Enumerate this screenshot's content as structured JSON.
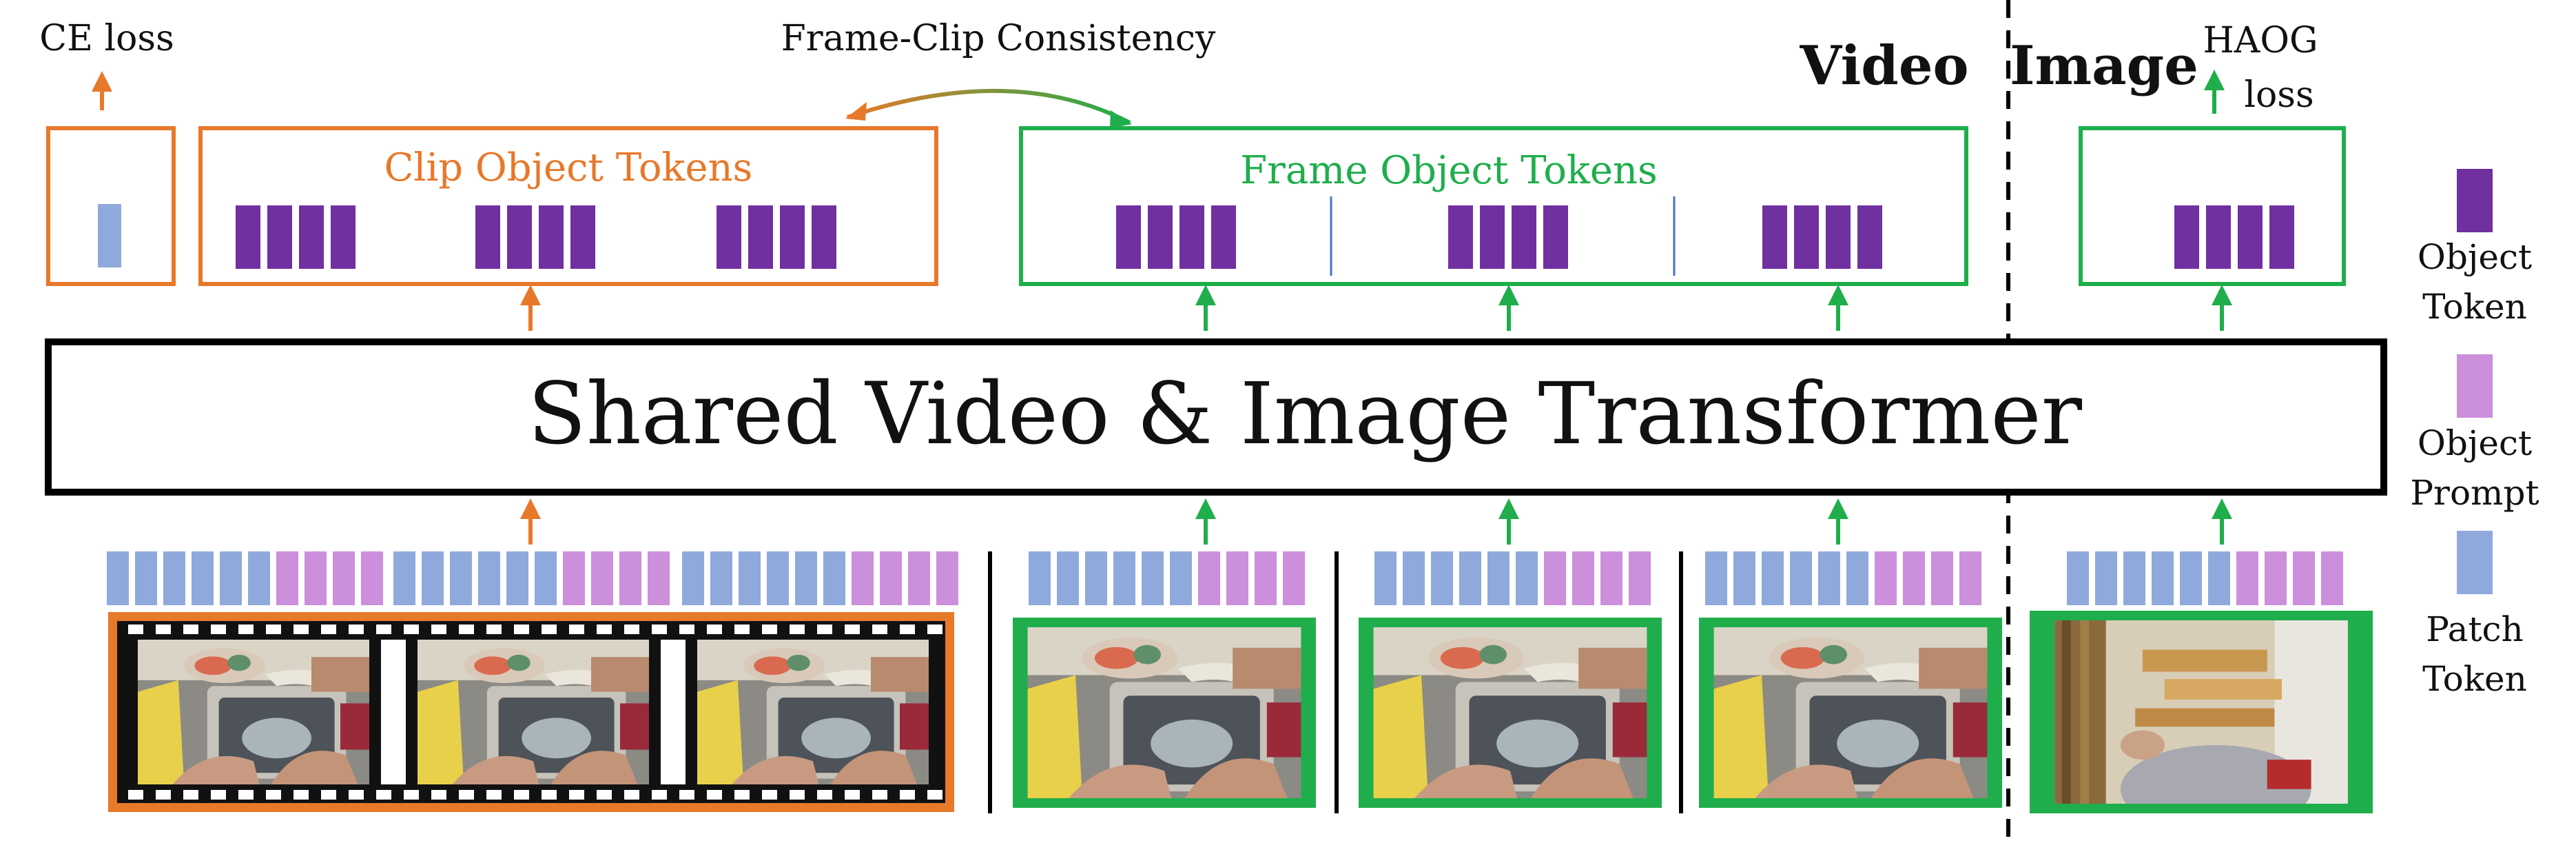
{
  "labels": {
    "ce_loss": "CE loss",
    "consistency": "Frame-Clip Consistency",
    "video": "Video",
    "image": "Image",
    "haog_line1": "HAOG",
    "haog_line2": "loss",
    "clip_tokens": "Clip Object Tokens",
    "frame_tokens": "Frame Object Tokens",
    "transformer": "Shared Video & Image Transformer"
  },
  "legend": [
    {
      "line1": "Object",
      "line2": "Token",
      "color": "#7030a0"
    },
    {
      "line1": "Object",
      "line2": "Prompt",
      "color": "#cc8fdc"
    },
    {
      "line1": "Patch",
      "line2": "Token",
      "color": "#8fa9dc"
    }
  ],
  "colors": {
    "clip": "#e8782a",
    "frame": "#1fae4b",
    "object_token": "#7030a0",
    "object_prompt": "#cc8fdc",
    "patch_token": "#8fa9dc",
    "cls_token": "#8fa9dc",
    "transformer_border": "#000000"
  },
  "images": {
    "kitchen_scene": "sink-washing-photo",
    "wood_scene": "woodworking-photo"
  }
}
